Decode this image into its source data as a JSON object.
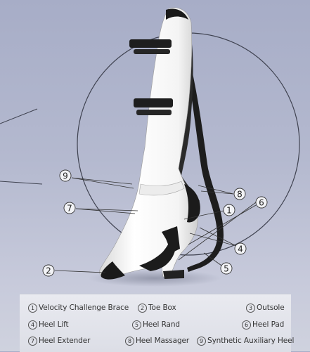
{
  "callouts": [
    {
      "num": "1"
    },
    {
      "num": "2"
    },
    {
      "num": "4"
    },
    {
      "num": "5"
    },
    {
      "num": "6"
    },
    {
      "num": "7"
    },
    {
      "num": "8"
    },
    {
      "num": "9"
    }
  ],
  "legend": [
    {
      "num": "1",
      "label": "Velocity Challenge Brace"
    },
    {
      "num": "2",
      "label": "Toe Box"
    },
    {
      "num": "3",
      "label": "Outsole"
    },
    {
      "num": "4",
      "label": "Heel Lift"
    },
    {
      "num": "5",
      "label": "Heel Rand"
    },
    {
      "num": "6",
      "label": "Heel Pad"
    },
    {
      "num": "7",
      "label": "Heel Extender"
    },
    {
      "num": "8",
      "label": "Heel Massager"
    },
    {
      "num": "9",
      "label": "Synthetic Auxiliary Heel"
    }
  ],
  "colors": {
    "shoe_white": "#f7f7f7",
    "shoe_black": "#1b1b1b",
    "background": "#b4b9cf"
  }
}
